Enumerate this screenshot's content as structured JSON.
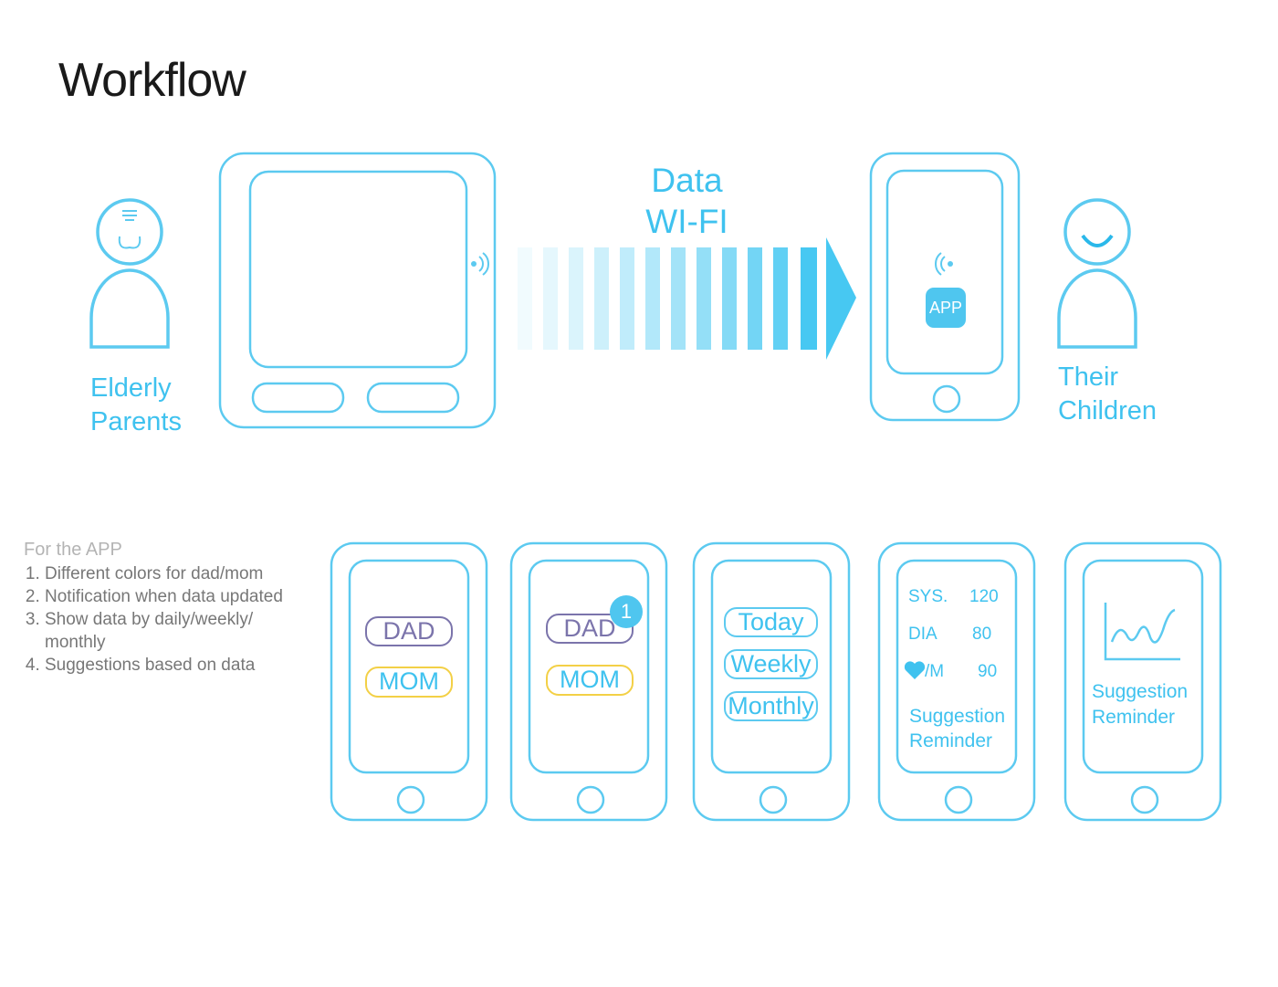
{
  "title": "Workflow",
  "parents_label": {
    "line1": "Elderly",
    "line2": "Parents"
  },
  "children_label": {
    "line1": "Their",
    "line2": "Children"
  },
  "flow": {
    "line1": "Data",
    "line2": "WI-FI"
  },
  "app_icon_label": "APP",
  "notes": {
    "heading": "For the APP",
    "items": [
      "Different colors for dad/mom",
      "Notification when data updated",
      "Show data by daily/weekly/ monthly",
      "Suggestions based on data"
    ]
  },
  "screens": {
    "s1": {
      "dad": "DAD",
      "mom": "MOM"
    },
    "s2": {
      "dad": "DAD",
      "mom": "MOM",
      "badge": "1"
    },
    "s3": {
      "today": "Today",
      "weekly": "Weekly",
      "monthly": "Monthly"
    },
    "s4": {
      "sys_label": "SYS.",
      "sys_value": "120",
      "dia_label": "DIA",
      "dia_value": "80",
      "pulse_label": "/M",
      "pulse_value": "90",
      "suggestion": "Suggestion",
      "reminder": "Reminder"
    },
    "s5": {
      "suggestion": "Suggestion",
      "reminder": "Reminder"
    }
  },
  "colors": {
    "accent": "#3fc2ef",
    "outline": "#5ccaf0",
    "dad": "#7b74ab",
    "mom": "#f3d046",
    "notes_text": "#777777"
  },
  "icons": [
    "elderly-person-icon",
    "child-person-icon",
    "wifi-signal-icon",
    "data-transfer-arrow-icon",
    "heart-icon",
    "line-chart-icon"
  ]
}
